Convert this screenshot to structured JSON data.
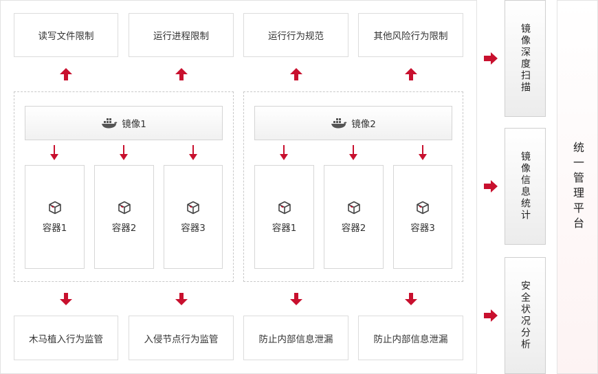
{
  "top_limits": [
    "读写文件限制",
    "运行进程限制",
    "运行行为规范",
    "其他风险行为限制"
  ],
  "groups": [
    {
      "image_label": "镜像1",
      "containers": [
        "容器1",
        "容器2",
        "容器3"
      ]
    },
    {
      "image_label": "镜像2",
      "containers": [
        "容器1",
        "容器2",
        "容器3"
      ]
    }
  ],
  "bottom_monitors": [
    "木马植入行为监管",
    "入侵节点行为监管",
    "防止内部信息泄漏",
    "防止内部信息泄漏"
  ],
  "side_functions": [
    "镜像深度扫描",
    "镜像信息统计",
    "安全状况分析"
  ],
  "platform_label": "统一管理平台",
  "colors": {
    "arrow": "#c8102e",
    "docker_icon": "#555555",
    "cube_icon": "#444444",
    "cube_accent": "#c8102e"
  }
}
